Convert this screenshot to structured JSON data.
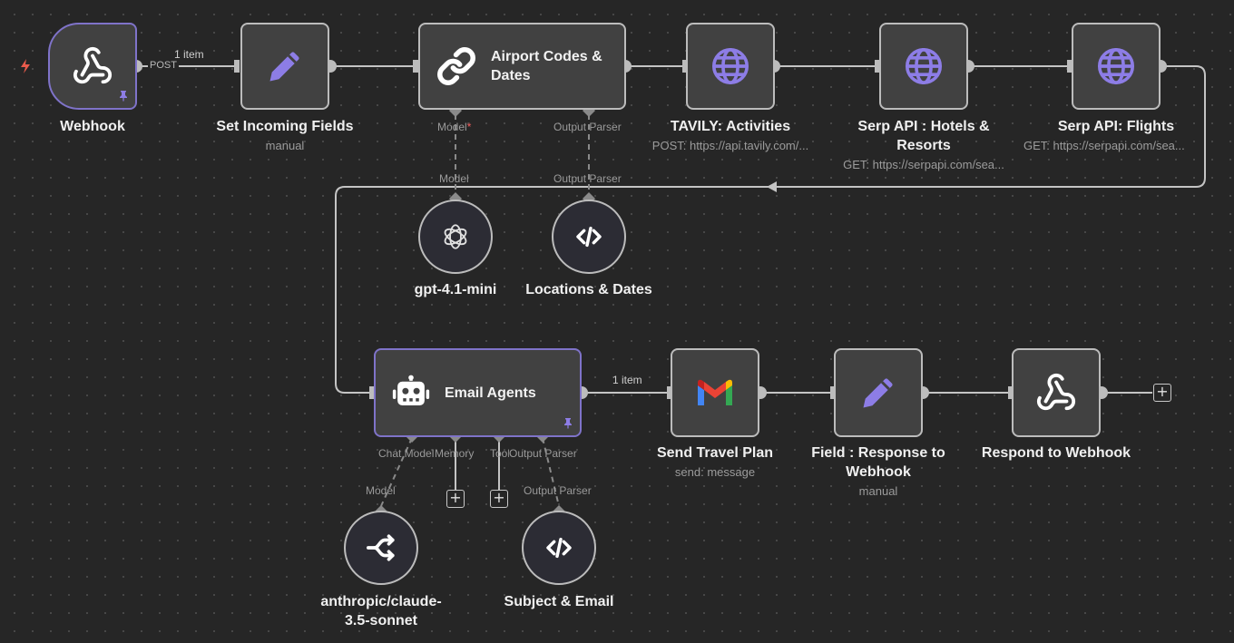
{
  "colors": {
    "canvas": "#262626",
    "node_fill": "#414141",
    "node_border": "#bcbcbc",
    "accent": "#7f73c9",
    "icon_purple": "#8d7de6",
    "trigger_bolt": "#ea5b4c"
  },
  "nodes": {
    "webhook": {
      "title": "Webhook",
      "icon": "webhook-icon"
    },
    "set_incoming": {
      "title": "Set Incoming Fields",
      "subtitle": "manual",
      "icon": "pencil-icon"
    },
    "airport": {
      "title": "Airport Codes & Dates",
      "icon": "link-icon",
      "port_model": "Model",
      "port_model_required": "*",
      "port_output_parser": "Output Parser"
    },
    "tavily": {
      "title": "TAVILY: Activities",
      "subtitle": "POST: https://api.tavily.com/...",
      "icon": "globe-icon"
    },
    "serp_hotels": {
      "title_line1": "Serp API : Hotels &",
      "title_line2": "Resorts",
      "subtitle": "GET: https://serpapi.com/sea...",
      "icon": "globe-icon"
    },
    "serp_flights": {
      "title": "Serp API: Flights",
      "subtitle": "GET: https://serpapi.com/sea...",
      "icon": "globe-icon"
    },
    "gpt": {
      "title": "gpt-4.1-mini",
      "port": "Model",
      "icon": "openai-icon"
    },
    "locations": {
      "title": "Locations & Dates",
      "port": "Output Parser",
      "icon": "code-icon"
    },
    "email_agents": {
      "title": "Email Agents",
      "icon": "robot-icon",
      "port_chat_model": "Chat Model",
      "port_memory": "Memory",
      "port_tool": "Tool",
      "port_output_parser": "Output Parser"
    },
    "gmail": {
      "title": "Send Travel Plan",
      "subtitle": "send: message",
      "icon": "gmail-icon"
    },
    "field_response": {
      "title_line1": "Field : Response to",
      "title_line2": "Webhook",
      "subtitle": "manual",
      "icon": "pencil-icon"
    },
    "respond": {
      "title": "Respond to Webhook",
      "icon": "webhook-icon"
    },
    "claude": {
      "title_line1": "anthropic/claude-",
      "title_line2": "3.5-sonnet",
      "port": "Model",
      "icon": "openrouter-icon"
    },
    "subject": {
      "title": "Subject & Email",
      "port": "Output Parser",
      "icon": "code-icon"
    }
  },
  "edge_labels": {
    "webhook_items": "1 item",
    "webhook_method": "POST",
    "agent_items": "1 item"
  },
  "add_buttons": {
    "symbol": "+"
  }
}
